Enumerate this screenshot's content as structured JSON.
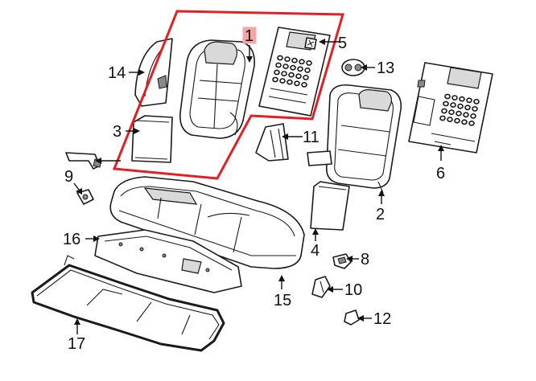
{
  "diagram": {
    "highlight_color": "#e31e24",
    "label_box_color": "#f4a6a6",
    "callouts": [
      {
        "id": "c1",
        "label": "1"
      },
      {
        "id": "c2",
        "label": "2"
      },
      {
        "id": "c3",
        "label": "3"
      },
      {
        "id": "c4",
        "label": "4"
      },
      {
        "id": "c5",
        "label": "5"
      },
      {
        "id": "c6",
        "label": "6"
      },
      {
        "id": "c8",
        "label": "8"
      },
      {
        "id": "c9",
        "label": "9"
      },
      {
        "id": "c10",
        "label": "10"
      },
      {
        "id": "c11",
        "label": "11"
      },
      {
        "id": "c12",
        "label": "12"
      },
      {
        "id": "c13",
        "label": "13"
      },
      {
        "id": "c14",
        "label": "14"
      },
      {
        "id": "c15",
        "label": "15"
      },
      {
        "id": "c16",
        "label": "16"
      },
      {
        "id": "c17",
        "label": "17"
      }
    ]
  }
}
